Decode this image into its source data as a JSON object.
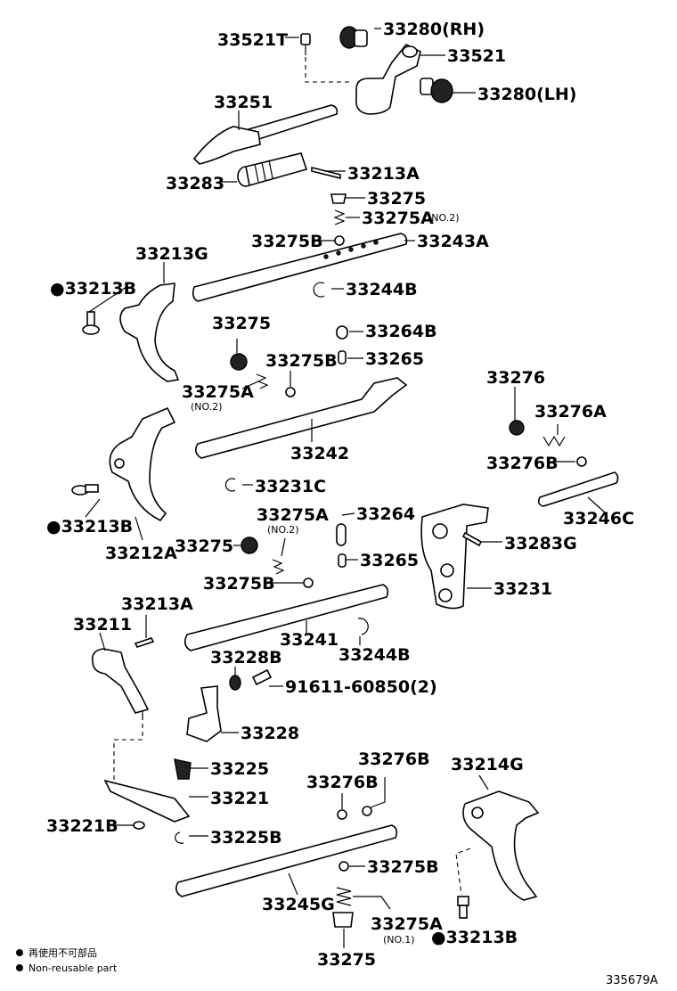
{
  "labels": {
    "l33521T": "33521T",
    "l33280RH": "33280(RH)",
    "l33521": "33521",
    "l33280LH": "33280(LH)",
    "l33251": "33251",
    "l33283": "33283",
    "l33213A_top": "33213A",
    "l33275_top": "33275",
    "l33275A_top": "33275A",
    "l33275A_top_sub": "(NO.2)",
    "l33275B_top": "33275B",
    "l33243A": "33243A",
    "l33213G": "33213G",
    "l33213B_top": "●33213B",
    "l33244B_top": "33244B",
    "l33275_mid": "33275",
    "l33264B": "33264B",
    "l33275B_mid": "33275B",
    "l33265_top": "33265",
    "l33275A_mid": "33275A",
    "l33275A_mid_sub": "(NO.2)",
    "l33276": "33276",
    "l33276A": "33276A",
    "l33242": "33242",
    "l33276B_right": "33276B",
    "l33231C": "33231C",
    "l33246C": "33246C",
    "l33213B_mid": "●33213B",
    "l33275A_low": "33275A",
    "l33275A_low_sub": "(NO.2)",
    "l33264": "33264",
    "l33283G": "33283G",
    "l33275_low": "33275",
    "l33265_low": "33265",
    "l33212A": "33212A",
    "l33275B_low": "33275B",
    "l33231": "33231",
    "l33213A_low": "33213A",
    "l33211": "33211",
    "l33241": "33241",
    "l33244B_low": "33244B",
    "l33228B": "33228B",
    "l91611": "91611-60850(2)",
    "l33228": "33228",
    "l33276B_a": "33276B",
    "l33214G": "33214G",
    "l33225": "33225",
    "l33276B_b": "33276B",
    "l33221": "33221",
    "l33221B": "33221B",
    "l33225B": "33225B",
    "l33275B_bot": "33275B",
    "l33245G": "33245G",
    "l33275A_bot": "33275A",
    "l33275A_bot_sub": "(NO.1)",
    "l33213B_bot": "●33213B",
    "l33275_bot": "33275"
  },
  "legend": {
    "line1": "再使用不可部品",
    "line2": "Non-reusable part"
  },
  "diagram_code": "335679A"
}
